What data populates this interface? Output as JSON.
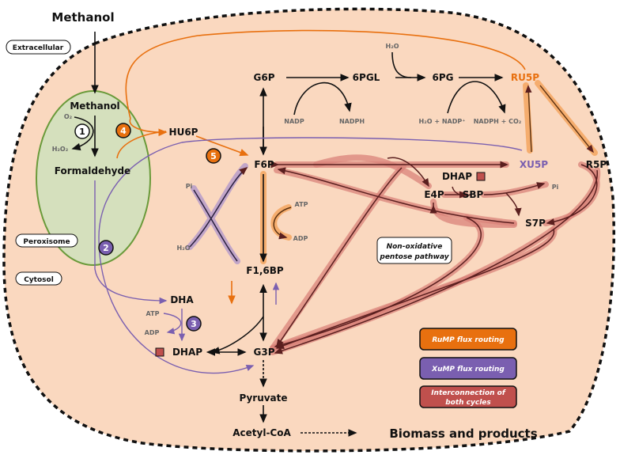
{
  "compartments": {
    "extracellular": "Extracellular",
    "peroxisome": "Peroxisome",
    "cytosol": "Cytosol"
  },
  "metabolites": {
    "methanol_ext": "Methanol",
    "methanol": "Methanol",
    "formaldehyde": "Formaldehyde",
    "hu6p": "HU6P",
    "f6p": "F6P",
    "g6p": "G6P",
    "pgl": "6PGL",
    "pg": "6PG",
    "ru5p": "RU5P",
    "xu5p": "XU5P",
    "r5p": "R5P",
    "dhap_top": "DHAP",
    "e4p": "E4P",
    "sbp": "SBP",
    "s7p": "S7P",
    "f16bp": "F1,6BP",
    "dha": "DHA",
    "dhap": "DHAP",
    "g3p": "G3P",
    "pyruvate": "Pyruvate",
    "acetylcoa": "Acetyl-CoA",
    "biomass": "Biomass and products"
  },
  "cofactors": {
    "o2": "O₂",
    "h2o2": "H₂O₂",
    "h2o_top": "H₂O",
    "nadp": "NADP",
    "nadph": "NADPH",
    "h2o_nadp": "H₂O + NADP⁺",
    "nadph_co2": "NADPH + CO₂",
    "pi_right": "Pi",
    "pi_left": "Pi",
    "h2o_left": "H₂O",
    "atp_f": "ATP",
    "adp_f": "ADP",
    "atp_d": "ATP",
    "adp_d": "ADP"
  },
  "steps": [
    "1",
    "2",
    "3",
    "4",
    "5"
  ],
  "pathway_box": {
    "line1": "Non-oxidative",
    "line2": "pentose pathway"
  },
  "legend": [
    {
      "label": "RuMP flux routing",
      "color": "#e8700f"
    },
    {
      "label": "XuMP flux routing",
      "color": "#7a5fb0"
    },
    {
      "label": "Interconnection of",
      "label2": "both cycles",
      "color": "#c0504d"
    }
  ],
  "colors": {
    "cell": "#fad8bf",
    "peroxisome": "#d5e0bd",
    "peroxisome_border": "#6a9a3a",
    "rump": "#e8700f",
    "xump": "#7a5fb0",
    "interconnection": "#c0504d"
  }
}
